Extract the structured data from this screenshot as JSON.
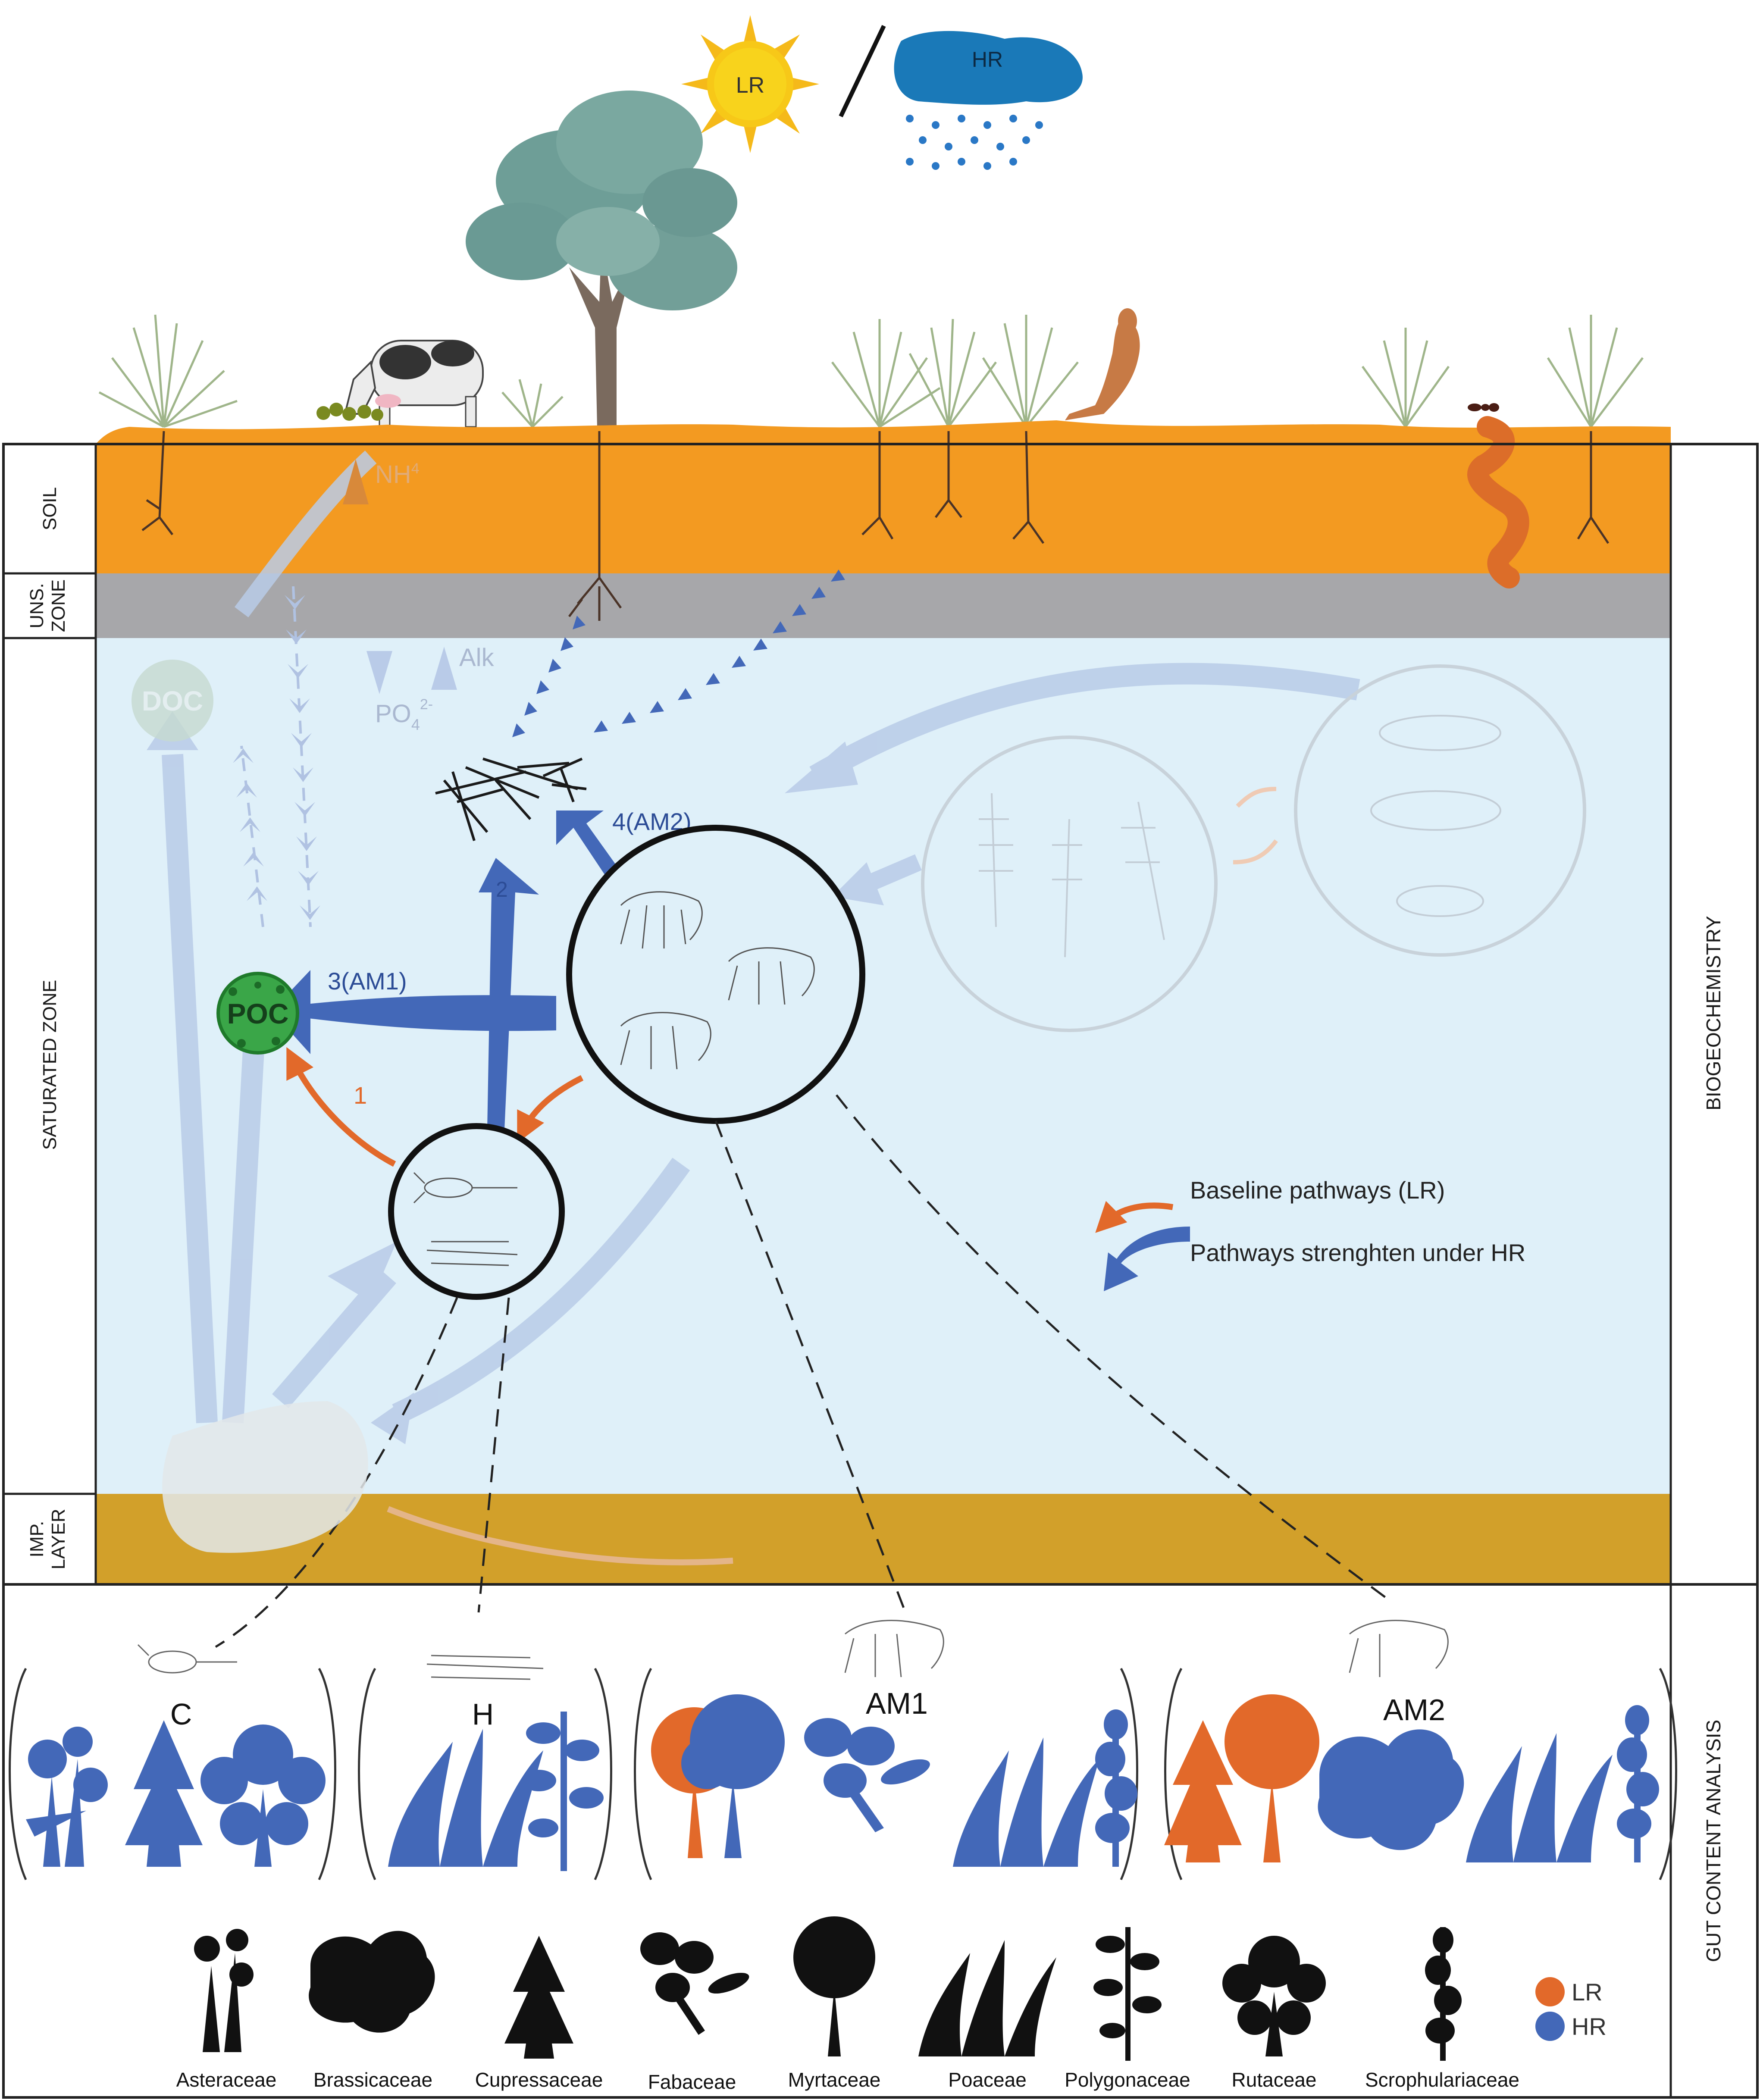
{
  "weather": {
    "sun_label": "LR",
    "cloud_label": "HR"
  },
  "zones": {
    "soil": "SOIL",
    "unsaturated_line1": "UNS.",
    "unsaturated_line2": "ZONE",
    "saturated": "SATURATED ZONE",
    "imp_line1": "IMP.",
    "imp_line2": "LAYER"
  },
  "side_panels": {
    "biogeochemistry": "BIOGEOCHEMISTRY",
    "gut_content": "GUT CONTENT ANALYSIS"
  },
  "pools": {
    "doc": "DOC",
    "poc": "POC",
    "nh4_base": "NH",
    "nh4_sup": "4",
    "po4_base": "PO",
    "po4_sub": "4",
    "po4_sup": "2-",
    "alk": "Alk"
  },
  "pathways": {
    "p1": "1",
    "p2": "2",
    "p3": "3(AM1)",
    "p4": "4(AM2)"
  },
  "legend": {
    "baseline": "Baseline pathways (LR)",
    "strengthen": "Pathways strenghten under HR"
  },
  "gut_groups": [
    {
      "label": "C"
    },
    {
      "label": "H"
    },
    {
      "label": "AM1"
    },
    {
      "label": "AM2"
    }
  ],
  "families": [
    "Asteraceae",
    "Brassicaceae",
    "Cupressaceae",
    "Fabaceae",
    "Myrtaceae",
    "Poaceae",
    "Polygonaceae",
    "Rutaceae",
    "Scrophulariaceae"
  ],
  "rain_legend": [
    {
      "label": "LR",
      "color": "#e2692a"
    },
    {
      "label": "HR",
      "color": "#4368b8"
    }
  ],
  "colors": {
    "soil": "#f39a21",
    "unsaturated": "#a7a7aa",
    "saturated": "#dff0f9",
    "impermeable": "#d2a02a",
    "strong_blue": "#4368b8",
    "baseline_orange": "#e2692a",
    "poc_green": "#3aa648",
    "faded_blue": "#b9cbe8"
  }
}
